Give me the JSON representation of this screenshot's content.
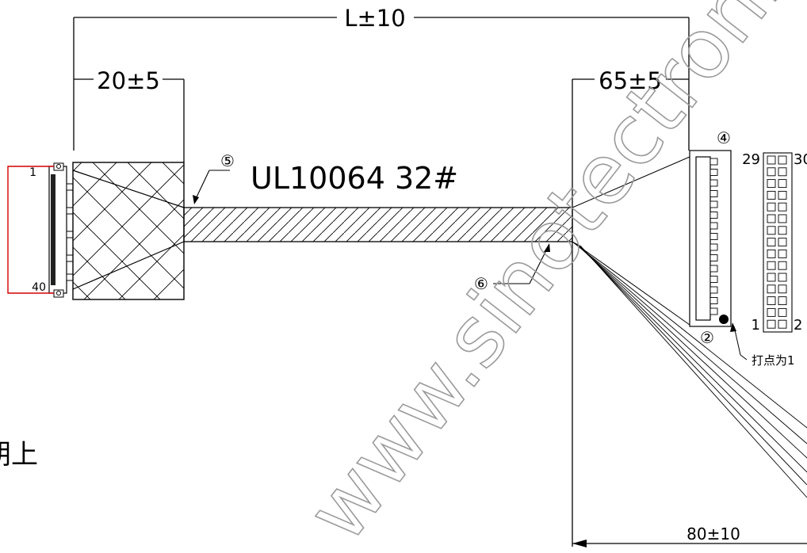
{
  "dimensions": {
    "overall_length": "L±10",
    "left_overmold": "20±5",
    "right_breakout": "65±5",
    "wire_breakout": "80±10"
  },
  "callouts": {
    "c4": "④",
    "c5": "⑤",
    "c6": "⑥",
    "c2": "②"
  },
  "cable_spec": "UL10064 32#",
  "left_connector": {
    "pin_first": "1",
    "pin_last": "40"
  },
  "right_connector": {
    "pin_top_left": "29",
    "pin_top_right": "30",
    "pin_bottom_left": "1",
    "pin_bottom_right": "2",
    "dot_note": "打点为1"
  },
  "left_partial_text": "朝上",
  "watermark": "www.sinotectronics.c",
  "colors": {
    "line": "#000000",
    "loop": "#d40000",
    "watermark": "#9a9a9a"
  }
}
